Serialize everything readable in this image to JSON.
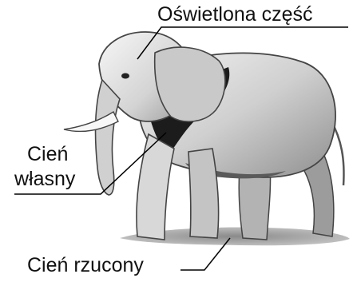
{
  "labels": {
    "lit_part": "Oświetlona część",
    "own_shadow_line1": "Cień",
    "own_shadow_line2": "własny",
    "cast_shadow": "Cień rzucony"
  }
}
